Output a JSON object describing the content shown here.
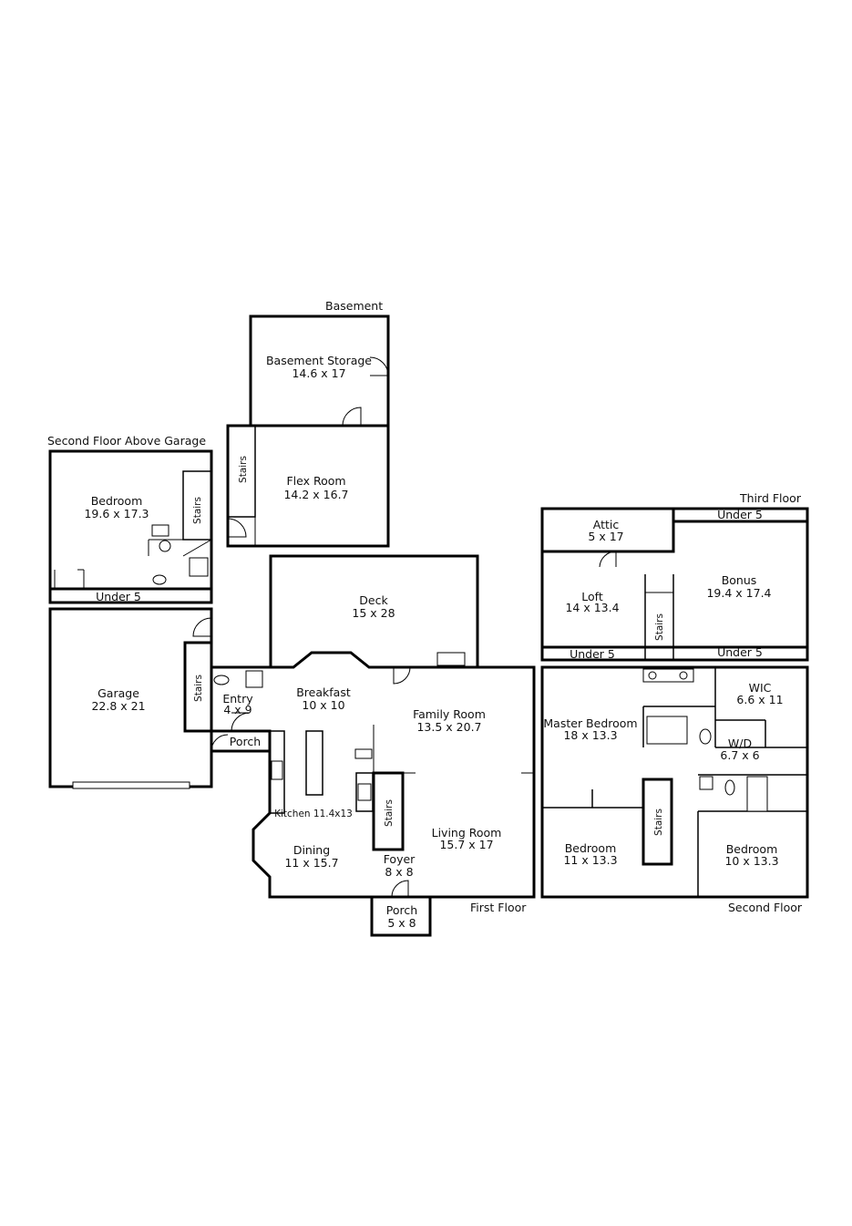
{
  "floors": {
    "basement": "Basement",
    "above_garage": "Second Floor Above Garage",
    "third": "Third Floor",
    "first": "First Floor",
    "second": "Second Floor"
  },
  "rooms": {
    "basement_storage": {
      "name": "Basement Storage",
      "size": "14.6 x 17"
    },
    "flex_room": {
      "name": "Flex Room",
      "size": "14.2 x 16.7"
    },
    "garage_bedroom": {
      "name": "Bedroom",
      "size": "19.6 x 17.3"
    },
    "garage": {
      "name": "Garage",
      "size": "22.8 x 21"
    },
    "deck": {
      "name": "Deck",
      "size": "15 x 28"
    },
    "entry": {
      "name": "Entry",
      "size": "4 x 9"
    },
    "porch_side": {
      "name": "Porch"
    },
    "breakfast": {
      "name": "Breakfast",
      "size": "10 x 10"
    },
    "family_room": {
      "name": "Family Room",
      "size": "13.5 x 20.7"
    },
    "kitchen": {
      "name": "Kitchen 11.4x13"
    },
    "dining": {
      "name": "Dining",
      "size": "11 x 15.7"
    },
    "living_room": {
      "name": "Living Room",
      "size": "15.7 x 17"
    },
    "foyer": {
      "name": "Foyer",
      "size": "8 x 8"
    },
    "porch_front": {
      "name": "Porch",
      "size": "5 x 8"
    },
    "attic": {
      "name": "Attic",
      "size": "5 x 17"
    },
    "loft": {
      "name": "Loft",
      "size": "14 x 13.4"
    },
    "bonus": {
      "name": "Bonus",
      "size": "19.4 x 17.4"
    },
    "master_bedroom": {
      "name": "Master Bedroom",
      "size": "18 x 13.3"
    },
    "wic": {
      "name": "WIC",
      "size": "6.6 x 11"
    },
    "wd": {
      "name": "W/D",
      "size": "6.7 x 6"
    },
    "bedroom_2": {
      "name": "Bedroom",
      "size": "11 x 13.3"
    },
    "bedroom_3": {
      "name": "Bedroom",
      "size": "10 x 13.3"
    }
  },
  "labels": {
    "stairs": "Stairs",
    "under5": "Under 5"
  }
}
